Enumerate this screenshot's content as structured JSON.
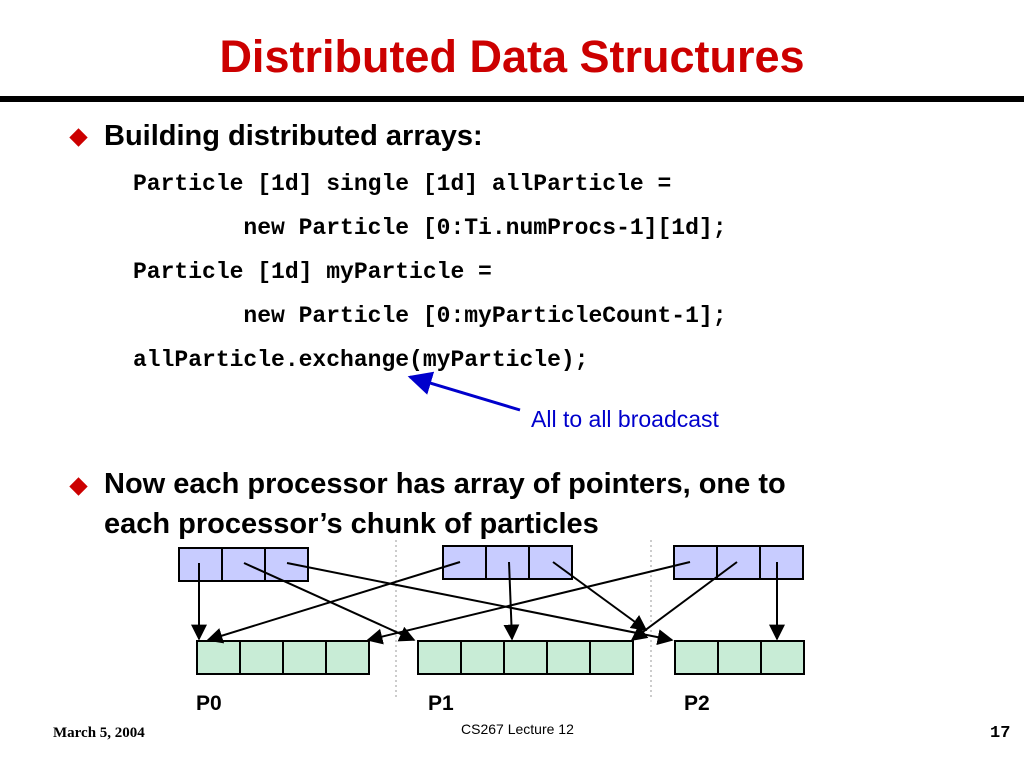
{
  "slide": {
    "title": "Distributed Data Structures",
    "bullets": [
      "Building distributed arrays:",
      "Now each processor has array of pointers, one to",
      "each processor’s chunk of particles"
    ],
    "code_lines": [
      "Particle [1d] single [1d] allParticle =",
      "        new Particle [0:Ti.numProcs-1][1d];",
      "Particle [1d] myParticle =",
      "        new Particle [0:myParticleCount-1];",
      "allParticle.exchange(myParticle);"
    ],
    "callout": "All to all broadcast",
    "processor_labels": [
      "P0",
      "P1",
      "P2"
    ],
    "footer": {
      "date": "March 5, 2004",
      "course": "CS267 Lecture 12",
      "page": "17"
    }
  },
  "colors": {
    "title": "#cc0000",
    "bullet": "#cc0000",
    "callout": "#0000cc",
    "pointer_cells": "#c8ccff",
    "particle_cells": "#c8ecd6"
  },
  "diagram": {
    "pointer_array_cells_per_proc": 3,
    "particle_chunk_cells": [
      4,
      5,
      3
    ]
  }
}
